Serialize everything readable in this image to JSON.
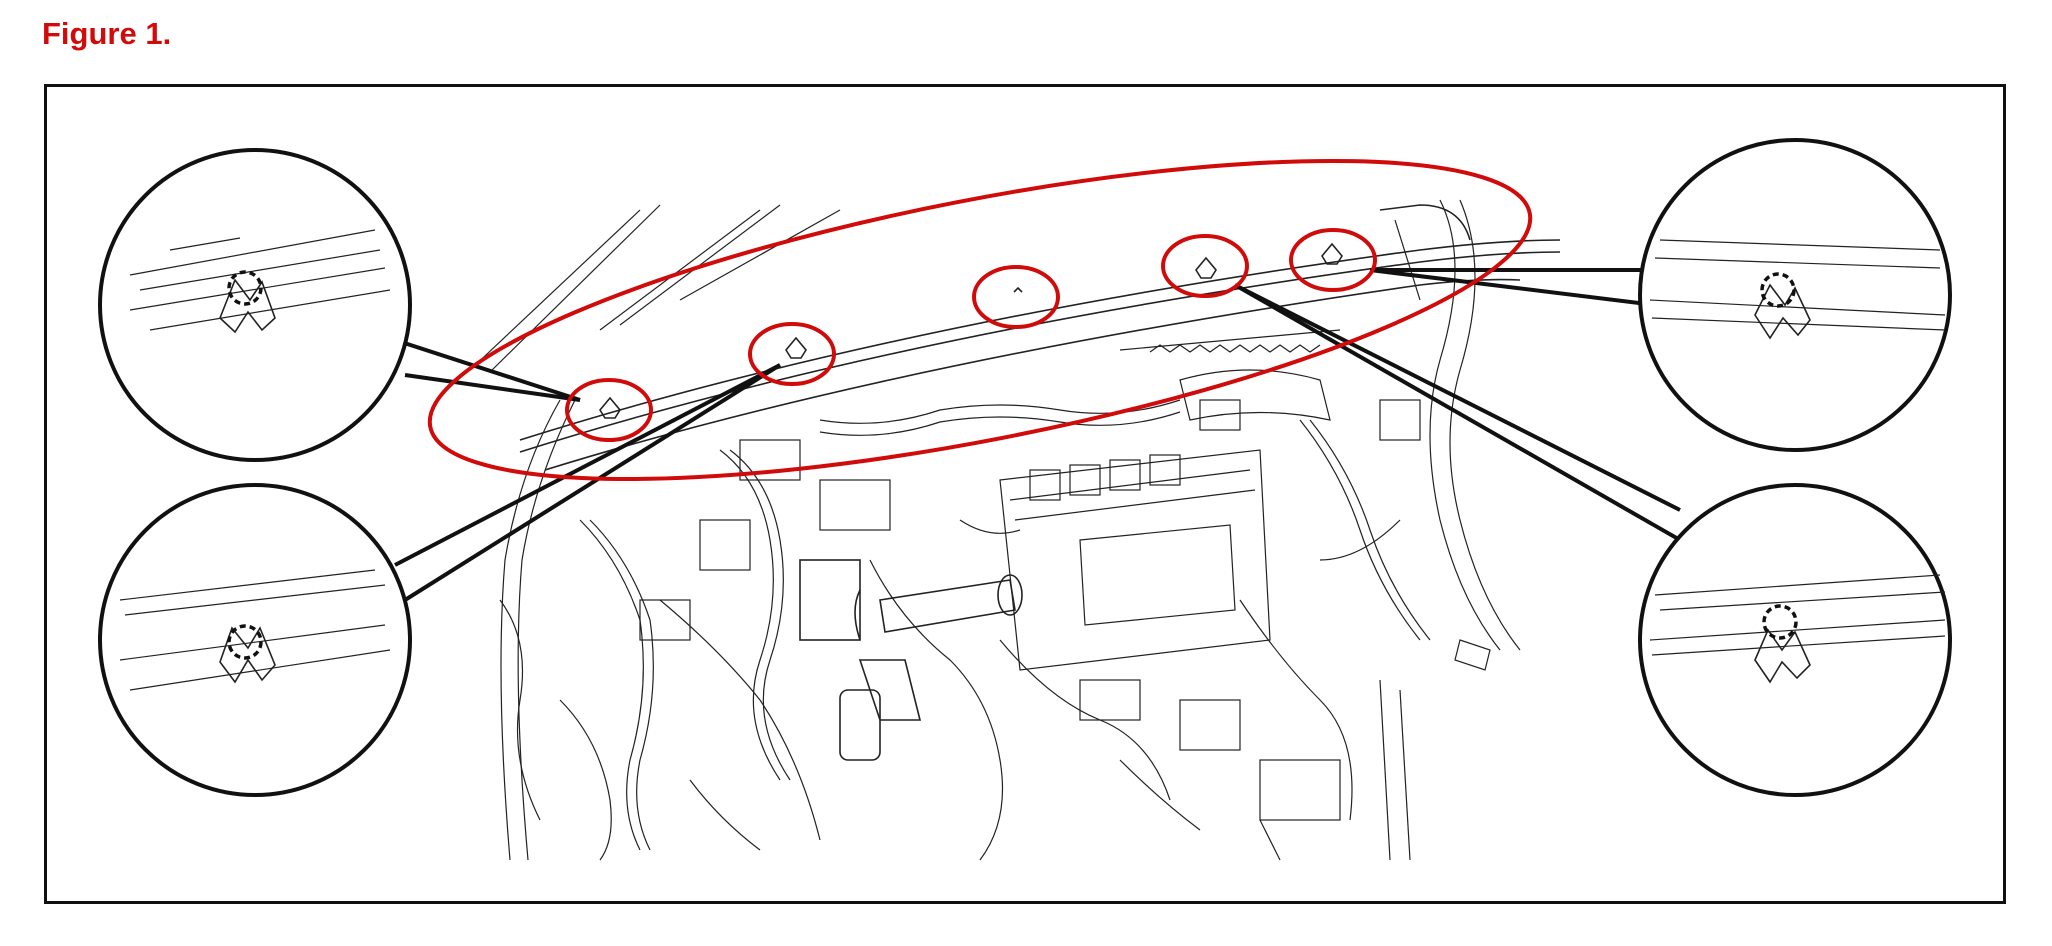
{
  "figure": {
    "title": "Figure 1.",
    "accent_color": "#d10a0a",
    "line_color": "#111111"
  },
  "diagram": {
    "subject": "dashboard-clip-locations",
    "clip_markers": 5,
    "callouts": 4
  }
}
